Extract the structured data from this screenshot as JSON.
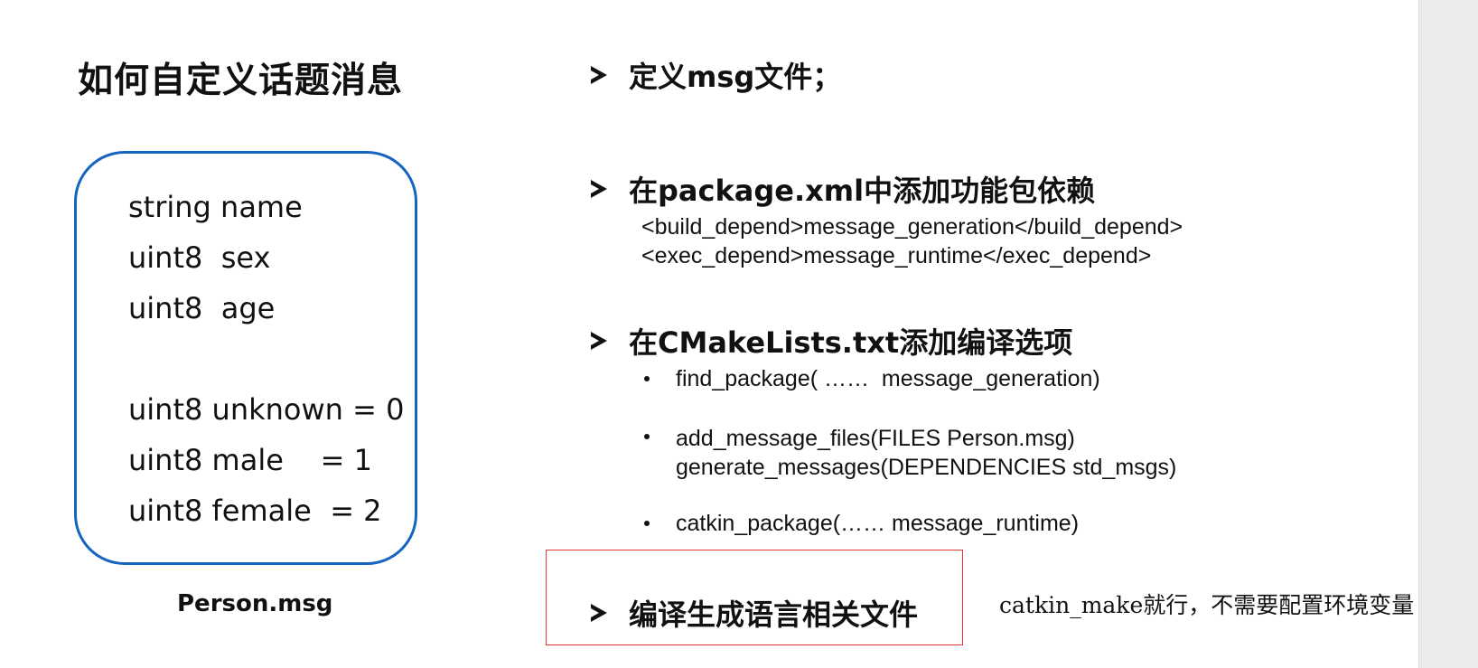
{
  "slide": {
    "title": "如何自定义话题消息",
    "msg_lines": [
      "string name",
      "uint8  sex",
      "uint8  age",
      "uint8 unknown = 0",
      "uint8 male    = 1",
      "uint8 female  = 2"
    ],
    "caption": "Person.msg",
    "sections": [
      {
        "heading": "定义msg文件；"
      },
      {
        "heading": "在package.xml中添加功能包依赖",
        "code_lines": [
          "<build_depend>message_generation</build_depend>",
          "<exec_depend>message_runtime</exec_depend>"
        ]
      },
      {
        "heading": "在CMakeLists.txt添加编译选项",
        "bullets": [
          "find_package( ……  message_generation)",
          "add_message_files(FILES Person.msg)\ngenerate_messages(DEPENDENCIES std_msgs)",
          "catkin_package(…… message_runtime)"
        ]
      },
      {
        "heading": "编译生成语言相关文件"
      }
    ],
    "note": "catkin_make就行，不需要配置环境变量"
  },
  "colors": {
    "box_border": "#1565c0",
    "highlight_border": "#e53935",
    "side_strip": "#ebebeb"
  }
}
